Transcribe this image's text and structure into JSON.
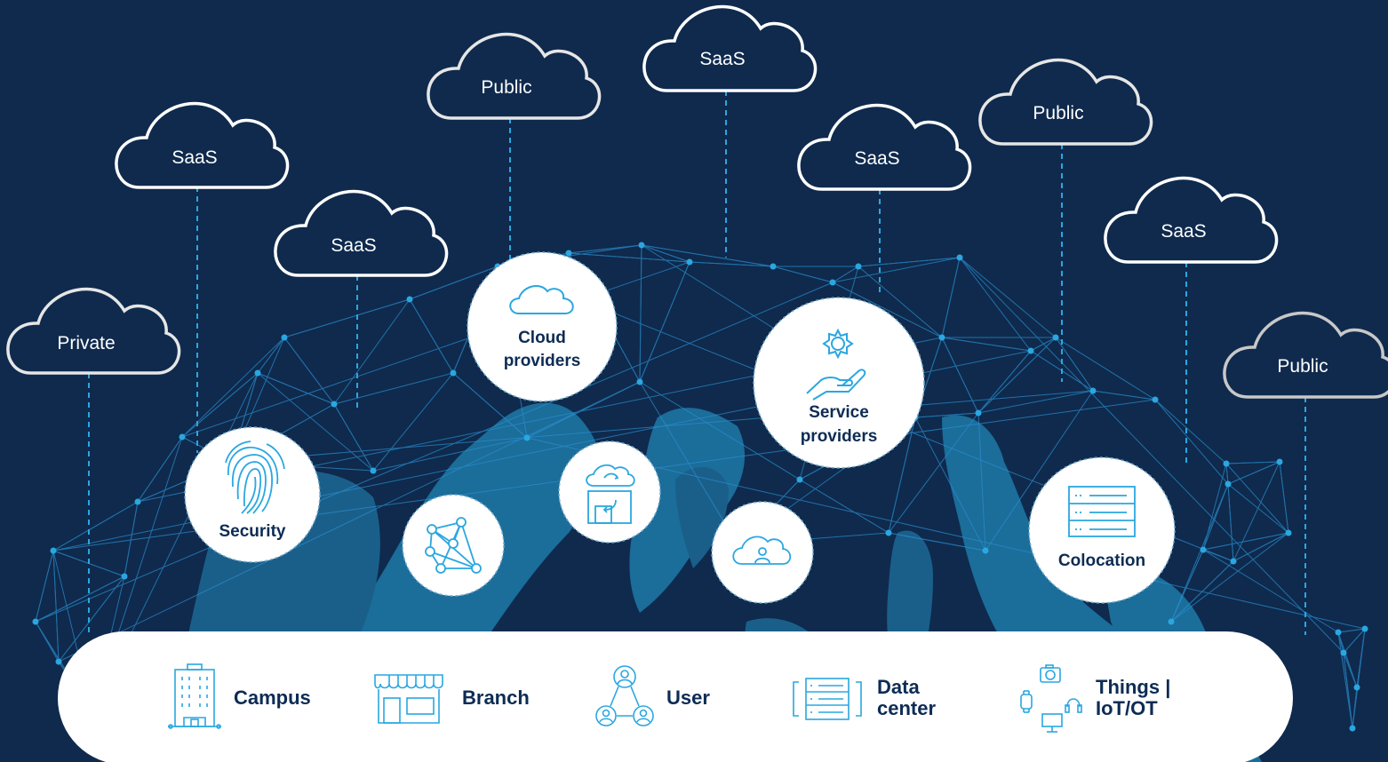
{
  "colors": {
    "background": "#0f2a4d",
    "globe": "#1b6d9a",
    "accent": "#2aa7e0",
    "cloud_outline": "#ffffff",
    "text_dark": "#0d2c54"
  },
  "clouds": [
    {
      "label": "Private"
    },
    {
      "label": "SaaS"
    },
    {
      "label": "SaaS"
    },
    {
      "label": "Public"
    },
    {
      "label": "SaaS"
    },
    {
      "label": "SaaS"
    },
    {
      "label": "Public"
    },
    {
      "label": "SaaS"
    },
    {
      "label": "Public"
    }
  ],
  "nodes": {
    "cloud_providers": {
      "label_line1": "Cloud",
      "label_line2": "providers",
      "icon": "cloud-icon"
    },
    "service_providers": {
      "label_line1": "Service",
      "label_line2": "providers",
      "icon": "gear-hand-icon"
    },
    "security": {
      "label": "Security",
      "icon": "fingerprint-icon"
    },
    "mesh": {
      "icon": "network-mesh-icon"
    },
    "cloud_building": {
      "icon": "cloud-building-icon"
    },
    "cloud_user": {
      "icon": "cloud-user-icon"
    },
    "colocation": {
      "label": "Colocation",
      "icon": "server-rack-icon"
    }
  },
  "edge": {
    "items": [
      {
        "label": "Campus",
        "icon": "building-icon"
      },
      {
        "label": "Branch",
        "icon": "storefront-icon"
      },
      {
        "label": "User",
        "icon": "users-icon"
      },
      {
        "label": "Data\ncenter",
        "icon": "data-center-icon"
      },
      {
        "label": "Things |\nIoT/OT",
        "icon": "iot-devices-icon"
      }
    ]
  }
}
